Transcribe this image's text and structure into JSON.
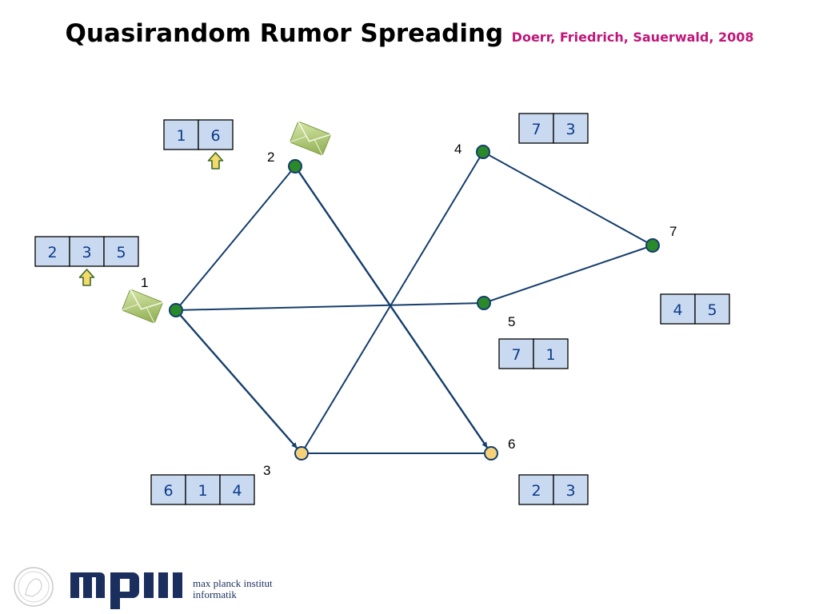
{
  "slide": {
    "title": "Quasirandom Rumor Spreading",
    "subtitle": "Doerr, Friedrich, Sauerwald, 2008"
  },
  "colors": {
    "edge": "#153e6c",
    "informed_node": "#2a8a2a",
    "new_node": "#f5d27a",
    "cell_fill": "#c9daf0",
    "cell_text": "#0d3a8c",
    "subtitle": "#c0167a",
    "arrow_fill": "#f3da6a",
    "arrow_stroke": "#3b6a2a"
  },
  "nodes": [
    {
      "id": "1",
      "label": "1",
      "state": "informed"
    },
    {
      "id": "2",
      "label": "2",
      "state": "informed"
    },
    {
      "id": "3",
      "label": "3",
      "state": "new"
    },
    {
      "id": "4",
      "label": "4",
      "state": "informed"
    },
    {
      "id": "5",
      "label": "5",
      "state": "informed"
    },
    {
      "id": "6",
      "label": "6",
      "state": "new"
    },
    {
      "id": "7",
      "label": "7",
      "state": "informed"
    }
  ],
  "edges": [
    {
      "from": "1",
      "to": "2",
      "directed": false
    },
    {
      "from": "1",
      "to": "5",
      "directed": false
    },
    {
      "from": "1",
      "to": "3",
      "directed": true
    },
    {
      "from": "2",
      "to": "6",
      "directed": true
    },
    {
      "from": "4",
      "to": "3",
      "directed": false
    },
    {
      "from": "4",
      "to": "7",
      "directed": false
    },
    {
      "from": "5",
      "to": "7",
      "directed": false
    },
    {
      "from": "3",
      "to": "6",
      "directed": false
    }
  ],
  "neighbor_lists": [
    {
      "node": "1",
      "cells": [
        "2",
        "3",
        "5"
      ],
      "pointer_index": 1
    },
    {
      "node": "2",
      "cells": [
        "1",
        "6"
      ],
      "pointer_index": 1
    },
    {
      "node": "3",
      "cells": [
        "6",
        "1",
        "4"
      ]
    },
    {
      "node": "4",
      "cells": [
        "7",
        "3"
      ]
    },
    {
      "node": "5",
      "cells": [
        "7",
        "1"
      ]
    },
    {
      "node": "6",
      "cells": [
        "2",
        "3"
      ]
    },
    {
      "node": "7",
      "cells": [
        "4",
        "5"
      ]
    }
  ],
  "messages": [
    {
      "node": "1",
      "icon": "envelope-icon"
    },
    {
      "node": "2",
      "icon": "envelope-icon"
    }
  ],
  "footer": {
    "logo_mark": "mpi",
    "institute_line1": "max planck institut",
    "institute_line2": "informatik"
  }
}
